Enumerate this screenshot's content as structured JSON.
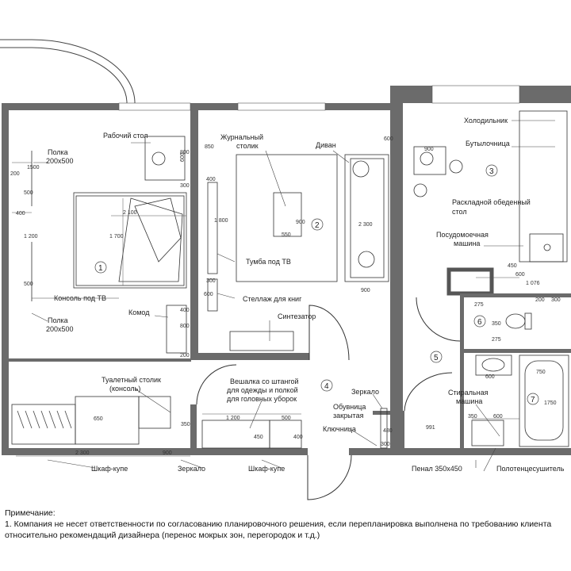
{
  "rooms": [
    "1",
    "2",
    "3",
    "4",
    "5",
    "6",
    "7"
  ],
  "labels": {
    "desk": "Рабочий стол",
    "shelf_top": "Полка",
    "shelf_top_size": "200x500",
    "tv_console": "Консоль под ТВ",
    "shelf_bottom": "Полка",
    "shelf_bottom_size": "200x500",
    "dresser": "Комод",
    "coffee_table_1": "Журнальный",
    "coffee_table_2": "столик",
    "sofa": "Диван",
    "tv_stand": "Тумба под ТВ",
    "book_rack": "Стеллаж для книг",
    "synth": "Синтезатор",
    "fridge": "Холодильник",
    "bottle_rack": "Бутылочница",
    "dining_table_1": "Раскладной обеденный",
    "dining_table_2": "стол",
    "dishwasher_1": "Посудомоечная",
    "dishwasher_2": "машина",
    "vanity_1": "Туалетный столик",
    "vanity_2": "(консоль)",
    "hanger_1": "Вешалка со штангой",
    "hanger_2": "для одежды и полкой",
    "hanger_3": "для головных уборок",
    "mirror_hall": "Зеркало",
    "shoe_1": "Обувница",
    "shoe_2": "закрытая",
    "key_holder": "Ключница",
    "washer_1": "Стиральная",
    "washer_2": "машина",
    "wardrobe_1": "Шкаф-купе",
    "mirror_bottom": "Зеркало",
    "wardrobe_2": "Шкаф-купе",
    "pencil_case": "Пенал 350x450",
    "towel_dryer": "Полотенцесушитель"
  },
  "dims": {
    "d600a": "600",
    "d800a": "800",
    "d300a": "300",
    "d1500": "1500",
    "d500a": "500",
    "d200a": "200",
    "d400a": "400",
    "d1200": "1 200",
    "d500b": "500",
    "d2100": "2 100",
    "d1700": "1 700",
    "d400b": "400",
    "d800b": "800",
    "d200b": "200",
    "d850": "850",
    "d400c": "400",
    "d1800": "1 800",
    "d300b": "300",
    "d600b": "600",
    "d900a": "900",
    "d550": "550",
    "d2300": "2 300",
    "d900b": "900",
    "d600c": "600",
    "d900c": "900",
    "d450a": "450",
    "d600d": "600",
    "d1076": "1 076",
    "d200c": "200",
    "d300c": "300",
    "d275a": "275",
    "d350a": "350",
    "d275b": "275",
    "d600e": "600",
    "d750": "750",
    "d1750": "1750",
    "d350b": "350",
    "d600f": "600",
    "d991": "991",
    "d650": "650",
    "d350c": "350",
    "d1200b": "1 200",
    "d500c": "500",
    "d450b": "450",
    "d400d": "400",
    "d480": "480",
    "d300d": "300",
    "d2300b": "2 300",
    "d900d": "900"
  },
  "note": {
    "title": "Примечание:",
    "line1": "1. Компания не несет ответственности по согласованию планировочного решения, если перепланировка выполнена по требованию клиента",
    "line2": "относительно рекомендаций дизайнера (перенос мокрых зон, перегородок и т.д.)"
  }
}
